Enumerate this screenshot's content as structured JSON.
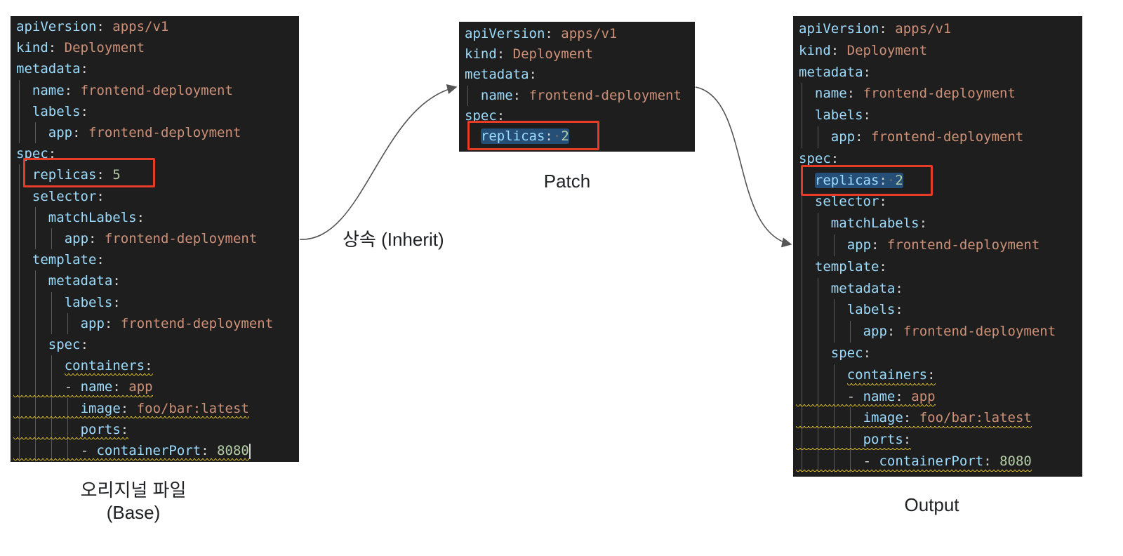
{
  "base": {
    "lines": [
      {
        "key": "apiVersion",
        "value": "apps/v1",
        "indent": 0
      },
      {
        "key": "kind",
        "value": "Deployment",
        "indent": 0
      },
      {
        "key": "metadata",
        "value": "",
        "indent": 0
      },
      {
        "key": "name",
        "value": "frontend-deployment",
        "indent": 1
      },
      {
        "key": "labels",
        "value": "",
        "indent": 1
      },
      {
        "key": "app",
        "value": "frontend-deployment",
        "indent": 2
      },
      {
        "key": "spec",
        "value": "",
        "indent": 0
      },
      {
        "key": "replicas",
        "value": "5",
        "indent": 1,
        "numeric": true
      },
      {
        "key": "selector",
        "value": "",
        "indent": 1
      },
      {
        "key": "matchLabels",
        "value": "",
        "indent": 2
      },
      {
        "key": "app",
        "value": "frontend-deployment",
        "indent": 3
      },
      {
        "key": "template",
        "value": "",
        "indent": 1
      },
      {
        "key": "metadata",
        "value": "",
        "indent": 2
      },
      {
        "key": "labels",
        "value": "",
        "indent": 3
      },
      {
        "key": "app",
        "value": "frontend-deployment",
        "indent": 4
      },
      {
        "key": "spec",
        "value": "",
        "indent": 2
      },
      {
        "key": "containers",
        "value": "",
        "indent": 3
      },
      {
        "key": "name",
        "value": "app",
        "indent": 3,
        "dash": true
      },
      {
        "key": "image",
        "value": "foo/bar:latest",
        "indent": 4
      },
      {
        "key": "ports",
        "value": "",
        "indent": 4
      },
      {
        "key": "containerPort",
        "value": "8080",
        "indent": 4,
        "dash": true,
        "numeric": true
      }
    ],
    "caption_line1": "오리지널 파일",
    "caption_line2": "(Base)"
  },
  "patch": {
    "lines": [
      {
        "key": "apiVersion",
        "value": "apps/v1",
        "indent": 0
      },
      {
        "key": "kind",
        "value": "Deployment",
        "indent": 0
      },
      {
        "key": "metadata",
        "value": "",
        "indent": 0
      },
      {
        "key": "name",
        "value": "frontend-deployment",
        "indent": 1
      },
      {
        "key": "spec",
        "value": "",
        "indent": 0
      },
      {
        "key": "replicas",
        "value": "2",
        "indent": 1,
        "numeric": true
      }
    ],
    "caption": "Patch"
  },
  "output": {
    "lines": [
      {
        "key": "apiVersion",
        "value": "apps/v1",
        "indent": 0
      },
      {
        "key": "kind",
        "value": "Deployment",
        "indent": 0
      },
      {
        "key": "metadata",
        "value": "",
        "indent": 0
      },
      {
        "key": "name",
        "value": "frontend-deployment",
        "indent": 1
      },
      {
        "key": "labels",
        "value": "",
        "indent": 1
      },
      {
        "key": "app",
        "value": "frontend-deployment",
        "indent": 2
      },
      {
        "key": "spec",
        "value": "",
        "indent": 0
      },
      {
        "key": "replicas",
        "value": "2",
        "indent": 1,
        "numeric": true
      },
      {
        "key": "selector",
        "value": "",
        "indent": 1
      },
      {
        "key": "matchLabels",
        "value": "",
        "indent": 2
      },
      {
        "key": "app",
        "value": "frontend-deployment",
        "indent": 3
      },
      {
        "key": "template",
        "value": "",
        "indent": 1
      },
      {
        "key": "metadata",
        "value": "",
        "indent": 2
      },
      {
        "key": "labels",
        "value": "",
        "indent": 3
      },
      {
        "key": "app",
        "value": "frontend-deployment",
        "indent": 4
      },
      {
        "key": "spec",
        "value": "",
        "indent": 2
      },
      {
        "key": "containers",
        "value": "",
        "indent": 3
      },
      {
        "key": "name",
        "value": "app",
        "indent": 3,
        "dash": true
      },
      {
        "key": "image",
        "value": "foo/bar:latest",
        "indent": 4
      },
      {
        "key": "ports",
        "value": "",
        "indent": 4
      },
      {
        "key": "containerPort",
        "value": "8080",
        "indent": 4,
        "dash": true,
        "numeric": true
      }
    ],
    "caption": "Output"
  },
  "inherit_label": "상속 (Inherit)",
  "colors": {
    "editor_bg": "#1e1e1e",
    "key": "#9cdcfe",
    "string_value": "#ce9178",
    "number_value": "#b5cea8",
    "highlight_box": "#e53b27",
    "selection": "#264f78",
    "arrow": "#555555"
  }
}
